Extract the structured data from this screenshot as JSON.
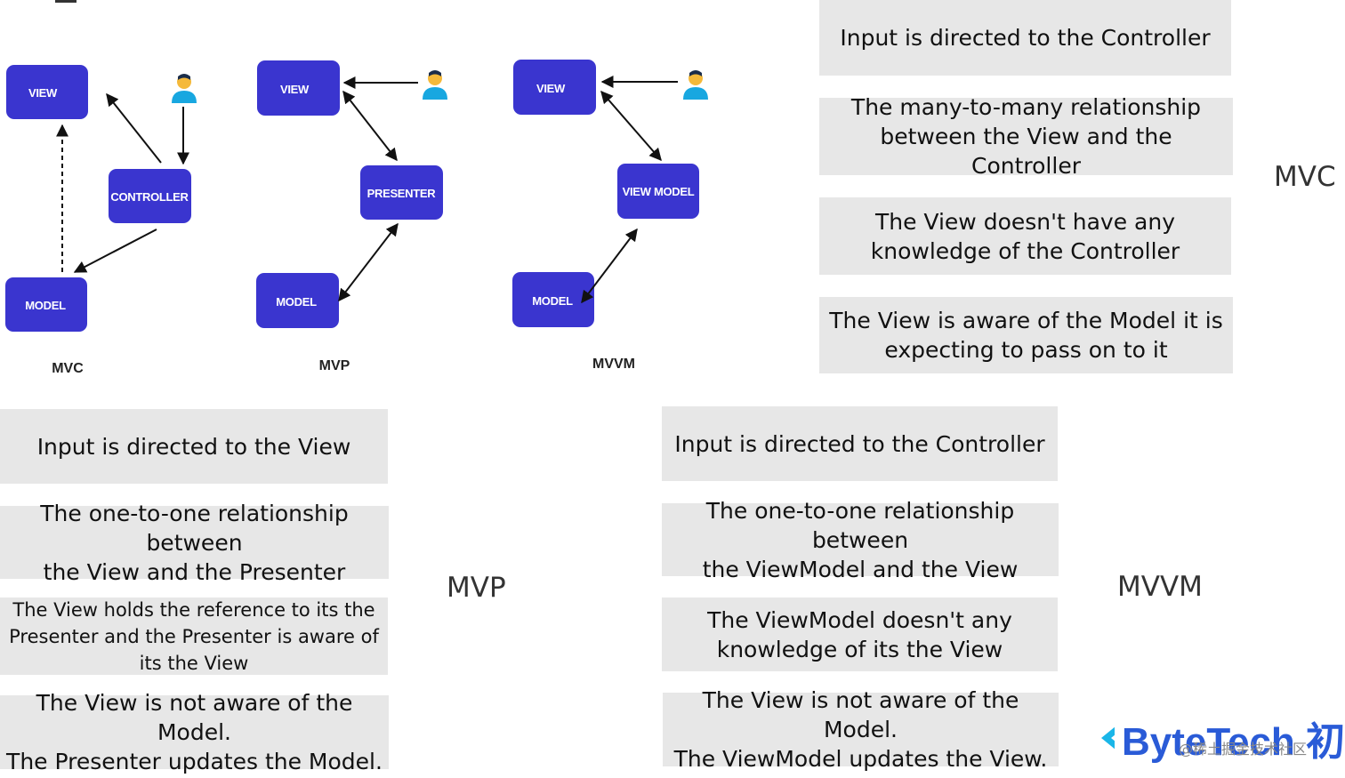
{
  "diagrams": {
    "mvc": {
      "caption": "MVC",
      "view": "VIEW",
      "middle": "CONTROLLER",
      "model": "MODEL"
    },
    "mvp": {
      "caption": "MVP",
      "view": "VIEW",
      "middle": "PRESENTER",
      "model": "MODEL"
    },
    "mvvm": {
      "caption": "MVVM",
      "view": "VIEW",
      "middle": "VIEW MODEL",
      "model": "MODEL"
    }
  },
  "mvc_section": {
    "label": "MVC",
    "cards": [
      "Input is directed to the Controller",
      "The many-to-many relationship\nbetween the View and the Controller",
      "The View doesn't have any\nknowledge of the Controller",
      "The View is aware of the Model it is\nexpecting to pass on to it"
    ]
  },
  "mvp_section": {
    "label": "MVP",
    "cards": [
      "Input is directed to the View",
      "The one-to-one relationship between\nthe View and the Presenter",
      "The View holds the reference to its the\nPresenter and the Presenter is aware of\nits the View",
      "The View is not aware of the Model.\nThe Presenter updates the Model."
    ]
  },
  "mvvm_section": {
    "label": "MVVM",
    "cards": [
      "Input is directed to the Controller",
      "The one-to-one relationship between\nthe ViewModel and the View",
      "The ViewModel doesn't any\nknowledge of its the View",
      "The View is not aware of the Model.\nThe ViewModel updates the View."
    ]
  },
  "brand": {
    "name": "ByteTech 初",
    "watermark": "@稀土掘金技术社区"
  },
  "colors": {
    "node": "#3a35cf",
    "card": "#e7e7e7",
    "user_head": "#f5b93a",
    "user_body": "#18a7e0",
    "brand": "#2a5bd7"
  },
  "icons": [
    "user-icon",
    "bytetech-logo-icon"
  ]
}
